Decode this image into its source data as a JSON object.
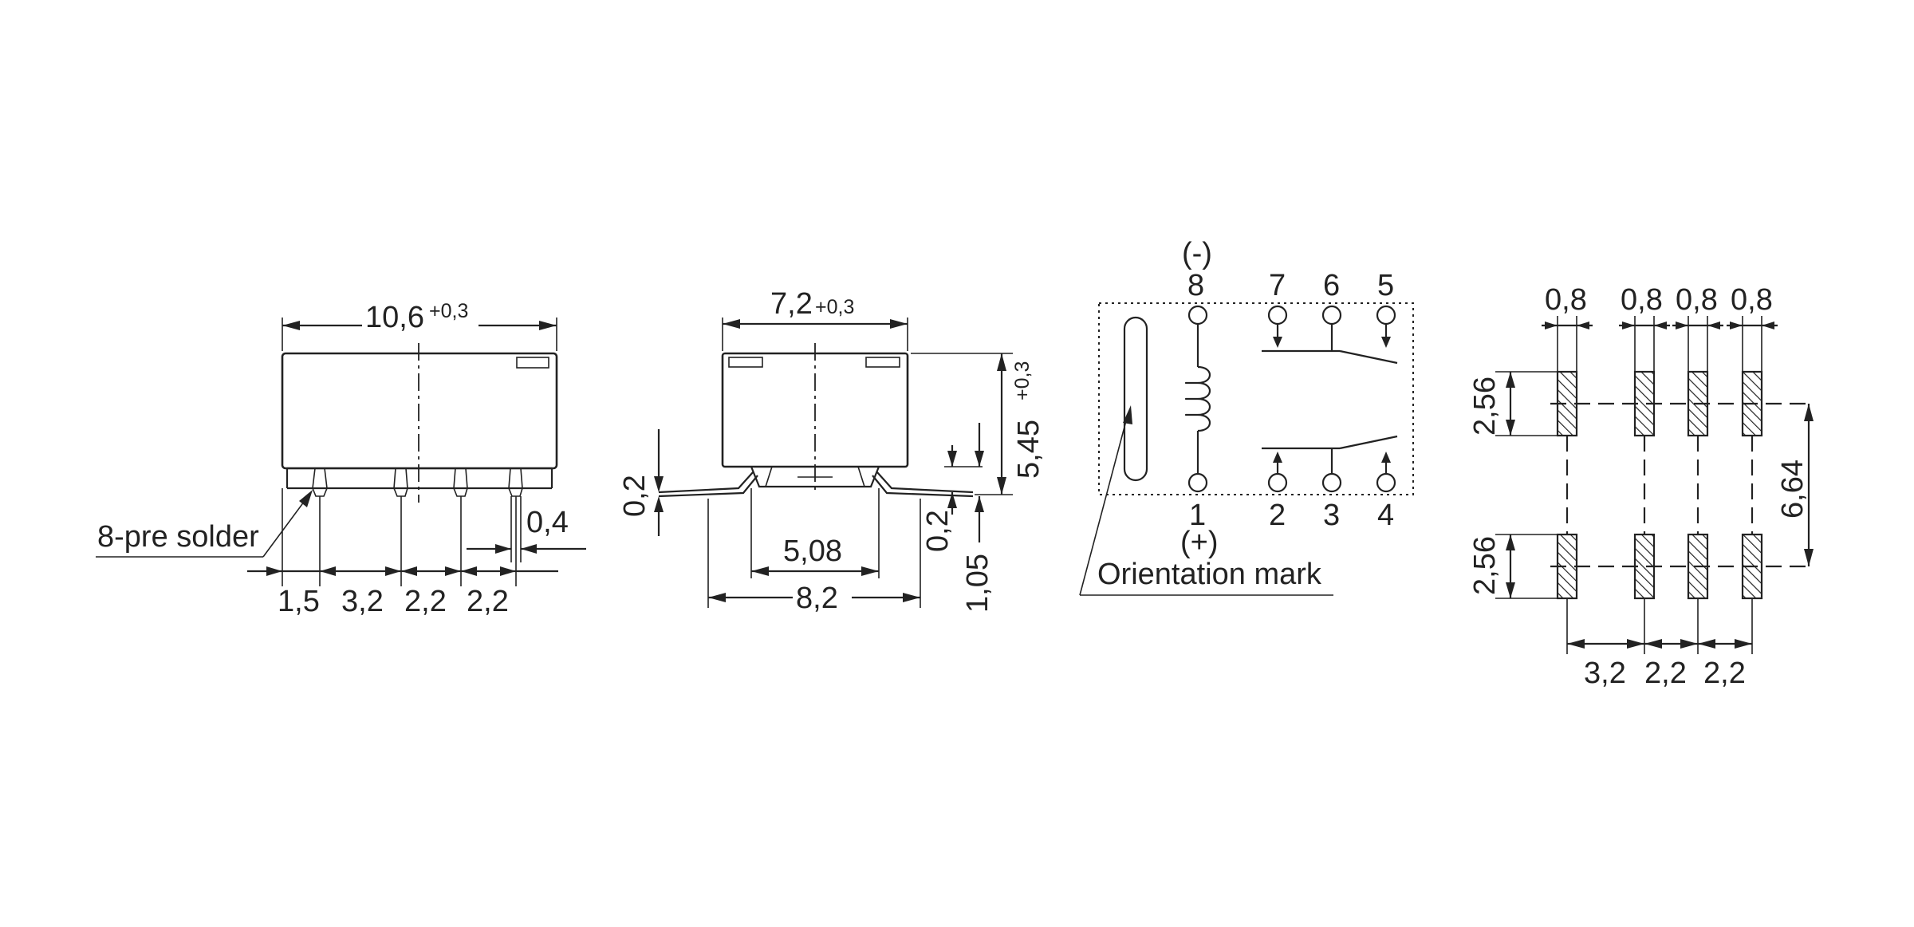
{
  "side_view": {
    "length": "10,6",
    "length_tol": "+0,3",
    "pitch_1": "1,5",
    "pitch_2": "3,2",
    "pitch_3": "2,2",
    "pitch_4": "2,2",
    "pin_width": "0,4",
    "solder_note": "8-pre solder"
  },
  "end_view": {
    "width": "7,2",
    "width_tol": "+0,3",
    "height": "5,45",
    "height_tol": "+0,3",
    "lead_thickness_left": "0,2",
    "lead_thickness_right": "0,2",
    "inner_span": "5,08",
    "outer_span": "8,2",
    "standoff": "1,05"
  },
  "schematic": {
    "minus_label": "(-)",
    "plus_label": "(+)",
    "pins_top": [
      "8",
      "7",
      "6",
      "5"
    ],
    "pins_bottom": [
      "1",
      "2",
      "3",
      "4"
    ],
    "orientation_note": "Orientation mark"
  },
  "pad_layout": {
    "pad_widths": [
      "0,8",
      "0,8",
      "0,8",
      "0,8"
    ],
    "pad_length_top": "2,56",
    "pad_length_bottom": "2,56",
    "row_spacing": "6,64",
    "pitch_1": "3,2",
    "pitch_2": "2,2",
    "pitch_3": "2,2"
  }
}
